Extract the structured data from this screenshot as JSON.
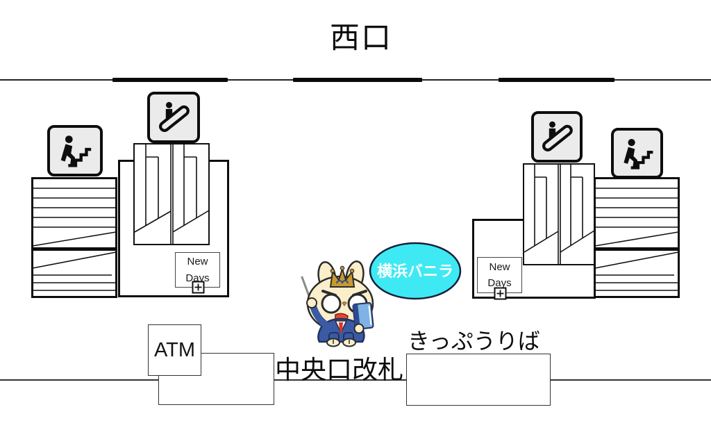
{
  "title": "西口",
  "labels": {
    "central_gate": "中央口改札",
    "ticket_office": "きっぷうりば",
    "atm": "ATM",
    "mascot_badge": "横浜バニラ"
  },
  "shops": {
    "left": {
      "line1": "New",
      "line2": "Days"
    },
    "right": {
      "line1": "New",
      "line2": "Days"
    }
  },
  "icons": {
    "stairs_left": "stairs-icon",
    "escalator_left": "escalator-icon",
    "escalator_right": "escalator-icon",
    "stairs_right": "stairs-icon",
    "plus_left": "plus-box-icon",
    "plus_right": "plus-box-icon"
  },
  "colors": {
    "badge_fill": "#3FE9F4",
    "badge_text": "#ffffff",
    "outline": "#111111",
    "fur": "#FBEFCB",
    "suit": "#3B5AA5",
    "tie": "#D7372C",
    "book": "#7FB2E5",
    "book_spine": "#2E4B8F",
    "crown": "#C8992F",
    "mouth": "#E2472F"
  }
}
